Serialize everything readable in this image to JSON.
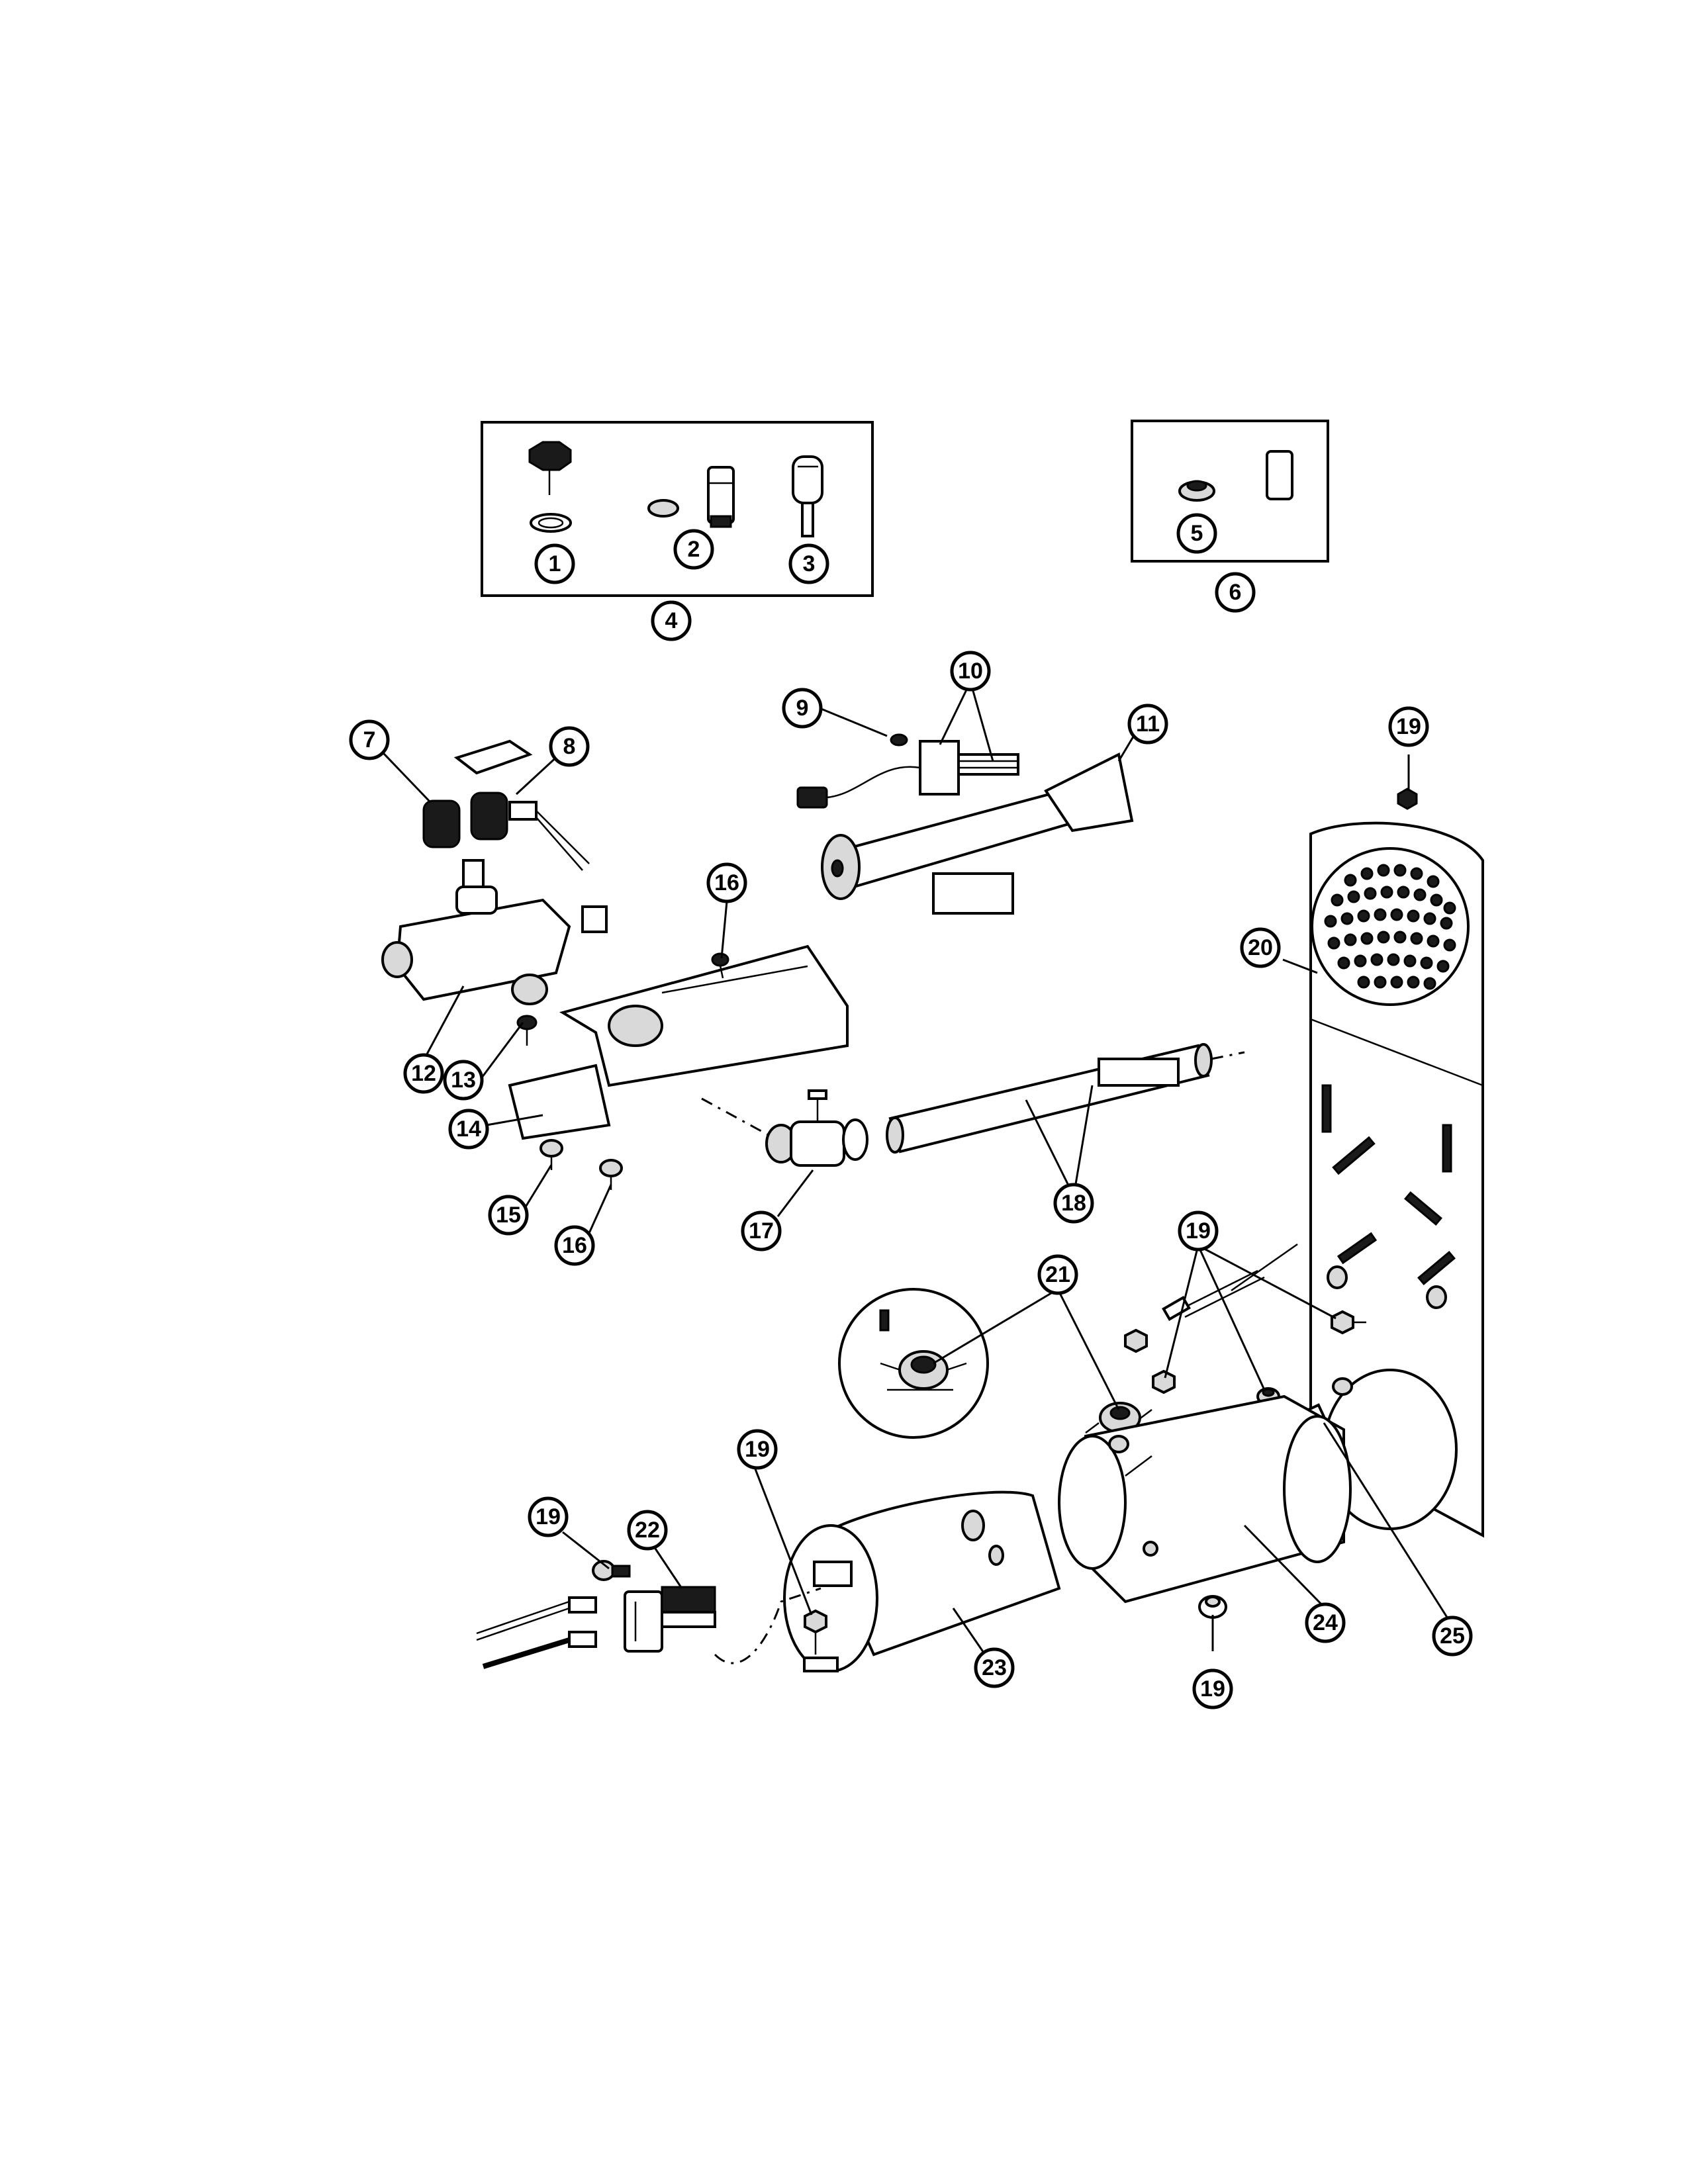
{
  "callouts": [
    {
      "id": "1",
      "label": "1"
    },
    {
      "id": "2",
      "label": "2"
    },
    {
      "id": "3",
      "label": "3"
    },
    {
      "id": "4",
      "label": "4"
    },
    {
      "id": "5",
      "label": "5"
    },
    {
      "id": "6",
      "label": "6"
    },
    {
      "id": "7",
      "label": "7"
    },
    {
      "id": "8",
      "label": "8"
    },
    {
      "id": "9",
      "label": "9"
    },
    {
      "id": "10",
      "label": "10"
    },
    {
      "id": "11",
      "label": "11"
    },
    {
      "id": "12",
      "label": "12"
    },
    {
      "id": "13",
      "label": "13"
    },
    {
      "id": "14",
      "label": "14"
    },
    {
      "id": "15",
      "label": "15"
    },
    {
      "id": "16a",
      "label": "16"
    },
    {
      "id": "16b",
      "label": "16"
    },
    {
      "id": "17",
      "label": "17"
    },
    {
      "id": "18",
      "label": "18"
    },
    {
      "id": "19a",
      "label": "19"
    },
    {
      "id": "19b",
      "label": "19"
    },
    {
      "id": "19c",
      "label": "19"
    },
    {
      "id": "19d",
      "label": "19"
    },
    {
      "id": "19e",
      "label": "19"
    },
    {
      "id": "20",
      "label": "20"
    },
    {
      "id": "21",
      "label": "21"
    },
    {
      "id": "22",
      "label": "22"
    },
    {
      "id": "23",
      "label": "23"
    },
    {
      "id": "24",
      "label": "24"
    },
    {
      "id": "25",
      "label": "25"
    }
  ],
  "colors": {
    "ink": "#000000",
    "paper": "#ffffff",
    "shade": "#d9d9d9"
  }
}
